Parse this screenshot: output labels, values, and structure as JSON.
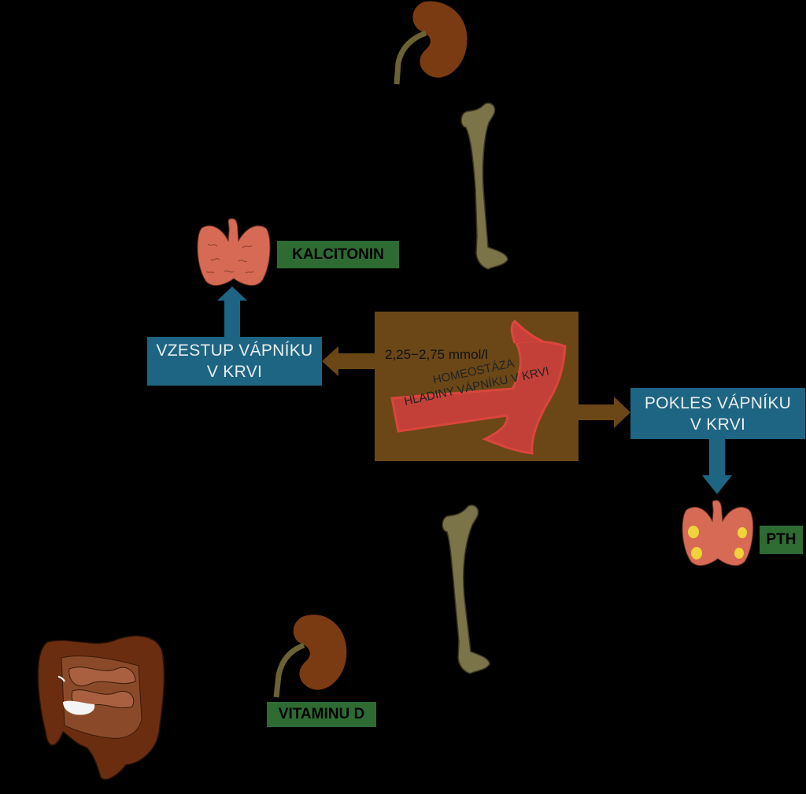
{
  "center": {
    "range": "2,25−2,75 mmol/l",
    "title_line1": "HOMEOSTÁZA",
    "title_line2": "HLADINY VÁPNÍKU V KRVI"
  },
  "rise_box": {
    "line1": "VZESTUP VÁPNÍKU",
    "line2": "V KRVI"
  },
  "fall_box": {
    "line1": "POKLES VÁPNÍKU",
    "line2": "V KRVI"
  },
  "labels": {
    "calcitonin": "KALCITONIN",
    "pth": "PTH",
    "vitamin_d": "VITAMINU D"
  },
  "colors": {
    "background": "#000000",
    "center_box": "#6b4717",
    "vessel": "#c8403a",
    "info_box": "#1e6583",
    "hormone_label": "#2e6b33",
    "arrow_brown": "#6b4717",
    "arrow_blue": "#1e6583",
    "kidney": "#7a3a12",
    "bone": "#7b7449",
    "thyroid": "#d76a55",
    "parathyroid_spot": "#f0d23c",
    "intestine": "#6b2d10"
  },
  "icons": [
    "kidney-icon",
    "bone-icon",
    "thyroid-icon",
    "parathyroid-icon",
    "intestine-icon"
  ]
}
